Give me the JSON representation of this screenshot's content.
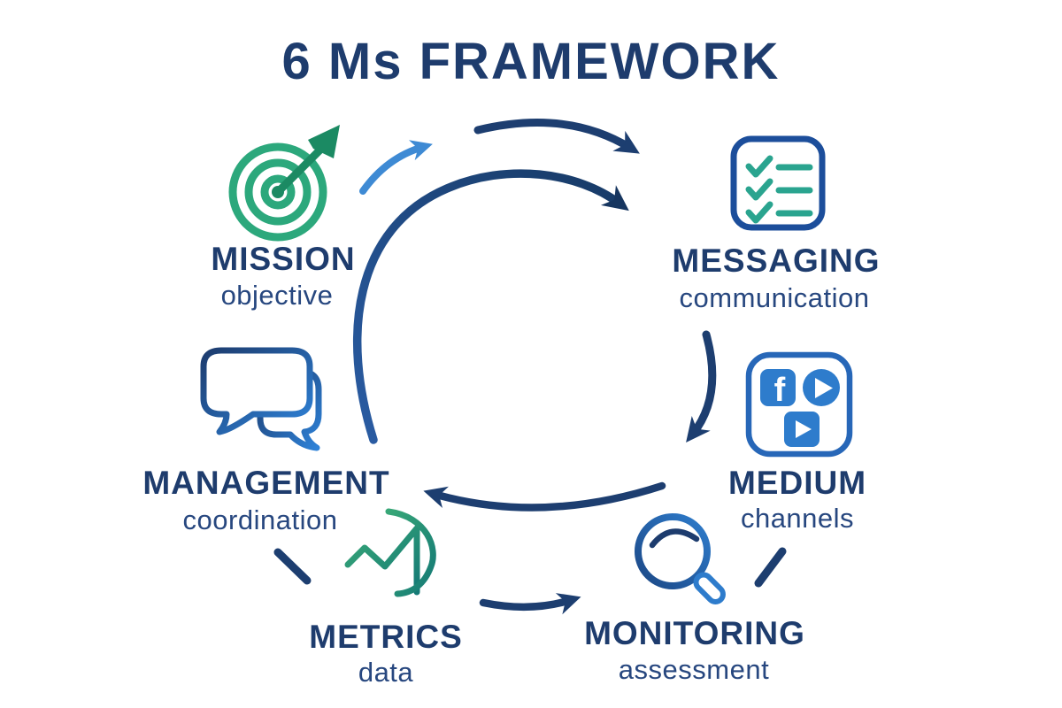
{
  "title": "6 Ms FRAMEWORK",
  "diagram_type": "circular cycle framework",
  "flow_order": [
    "mission",
    "messaging",
    "medium",
    "monitoring",
    "metrics",
    "management"
  ],
  "nodes": {
    "mission": {
      "label": "MISSION",
      "sublabel": "objective",
      "icon": "target-dart-icon"
    },
    "messaging": {
      "label": "MESSAGING",
      "sublabel": "communication",
      "icon": "checklist-icon"
    },
    "medium": {
      "label": "MEDIUM",
      "sublabel": "channels",
      "icon": "social-media-icon"
    },
    "monitoring": {
      "label": "MONITORING",
      "sublabel": "assessment",
      "icon": "magnifier-icon"
    },
    "metrics": {
      "label": "METRICS",
      "sublabel": "data",
      "icon": "growth-chart-icon"
    },
    "management": {
      "label": "MANAGEMENT",
      "sublabel": "coordination",
      "icon": "speech-bubbles-icon"
    }
  },
  "colors": {
    "title_navy": "#1e3c6d",
    "sublabel_navy": "#27477f",
    "arrow_navy": "#1d3e70",
    "arrow_light_blue": "#3e8ad4",
    "cycle_arc_blue": "#2a5ca3",
    "target_green": "#2ca87c",
    "dart_dark_green": "#1b8a63",
    "check_teal": "#2aa48f",
    "social_blue": "#2e7ccc",
    "checklist_border_blue": "#1c4e9b",
    "background": "#ffffff"
  }
}
